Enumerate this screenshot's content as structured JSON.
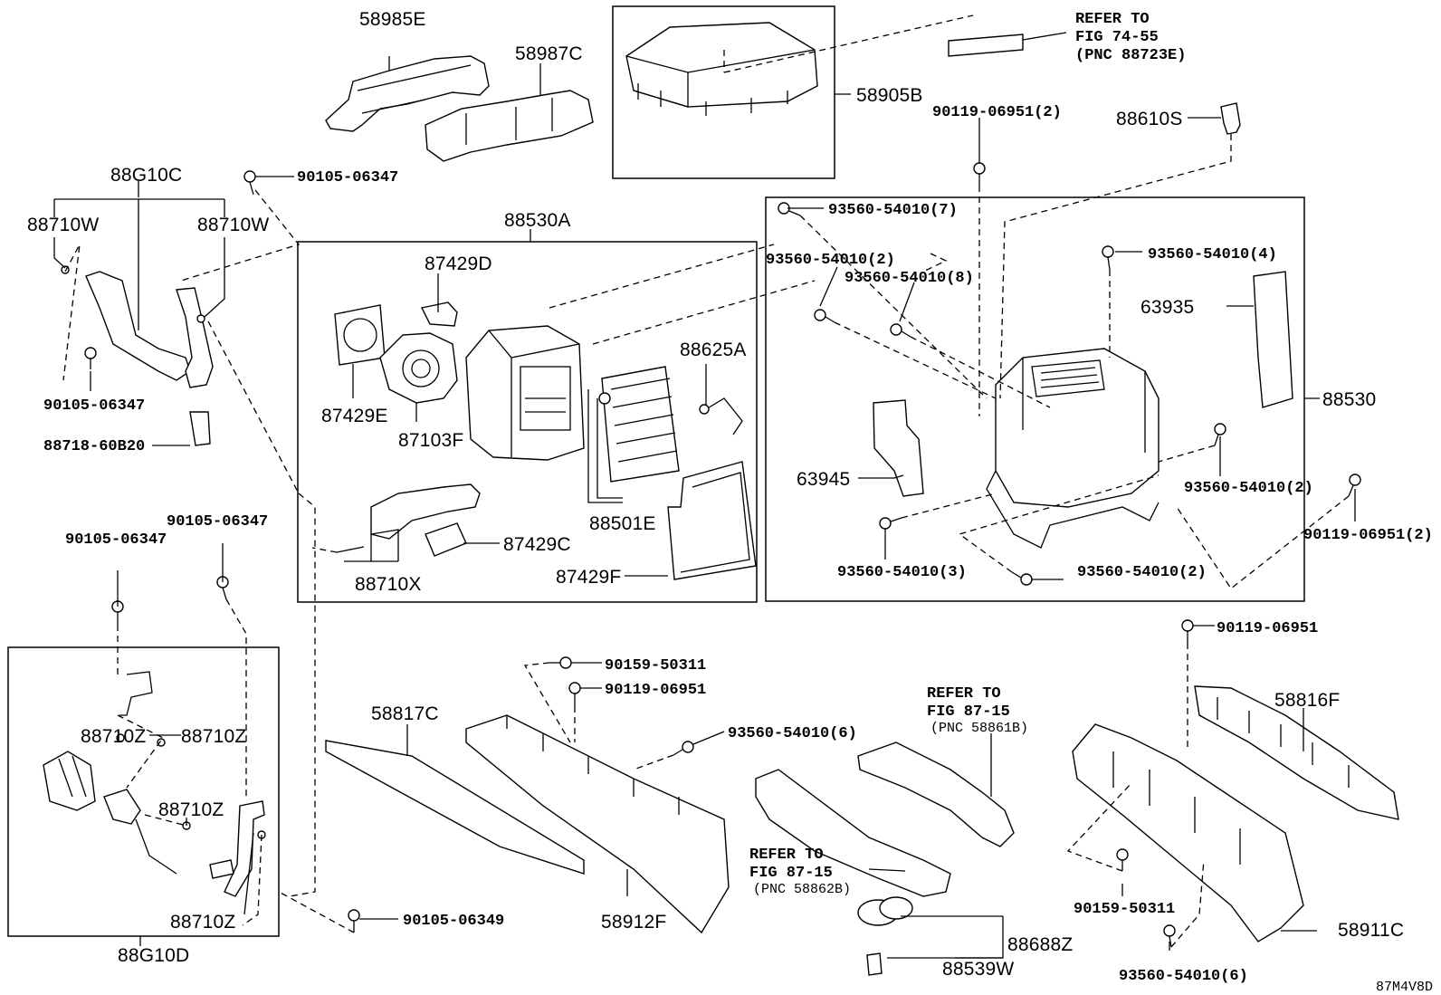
{
  "labels": {
    "p58985E": "58985E",
    "p58987C": "58987C",
    "p58905B": "58905B",
    "refer_74_55": {
      "line1": "REFER TO",
      "line2": "FIG 74-55",
      "line3": "(PNC 88723E)"
    },
    "p88610S": "88610S",
    "p90119_06951_2_top": "90119-06951(2)",
    "p88G10C": "88G10C",
    "p90105_06347_top": "90105-06347",
    "p88710W_left": "88710W",
    "p88710W_right": "88710W",
    "p90105_06347_left": "90105-06347",
    "p88718_60B20": "88718-60B20",
    "p88530A": "88530A",
    "p87429D": "87429D",
    "p87429E": "87429E",
    "p87103F": "87103F",
    "p88625A": "88625A",
    "p88501E": "88501E",
    "p87429C": "87429C",
    "p87429F": "87429F",
    "p88710X": "88710X",
    "p93560_54010_7": "93560-54010(7)",
    "p93560_54010_4": "93560-54010(4)",
    "p93560_54010_2_a": "93560-54010(2)",
    "p93560_54010_8": "93560-54010(8)",
    "p63935": "63935",
    "p88530": "88530",
    "p93560_54010_2_b": "93560-54010(2)",
    "p63945": "63945",
    "p90119_06951_2_right": "90119-06951(2)",
    "p93560_54010_3": "93560-54010(3)",
    "p93560_54010_2_c": "93560-54010(2)",
    "p90105_06347_b": "90105-06347",
    "p90105_06347_a": "90105-06347",
    "p90119_06951_right": "90119-06951",
    "p90159_50311_top": "90159-50311",
    "p90119_06951_mid": "90119-06951",
    "p93560_54010_6_mid": "93560-54010(6)",
    "p58817C": "58817C",
    "refer_87_15_a": {
      "line1": "REFER TO",
      "line2": "FIG 87-15",
      "line3": "(PNC 58861B)"
    },
    "p58816F": "58816F",
    "p88710Z_a": "88710Z",
    "p88710Z_b": "88710Z",
    "p88710Z_c": "88710Z",
    "p88710Z_d": "88710Z",
    "p88G10D": "88G10D",
    "refer_87_15_b": {
      "line1": "REFER TO",
      "line2": "FIG 87-15",
      "line3": "(PNC 58862B)"
    },
    "p58912F": "58912F",
    "p90159_50311_right": "90159-50311",
    "p90105_06349": "90105-06349",
    "p88688Z": "88688Z",
    "p88539W": "88539W",
    "p58911C": "58911C",
    "p93560_54010_6_right": "93560-54010(6)",
    "figure_id": "87M4V8D"
  },
  "colors": {
    "ink": "#000000",
    "background": "#ffffff"
  }
}
